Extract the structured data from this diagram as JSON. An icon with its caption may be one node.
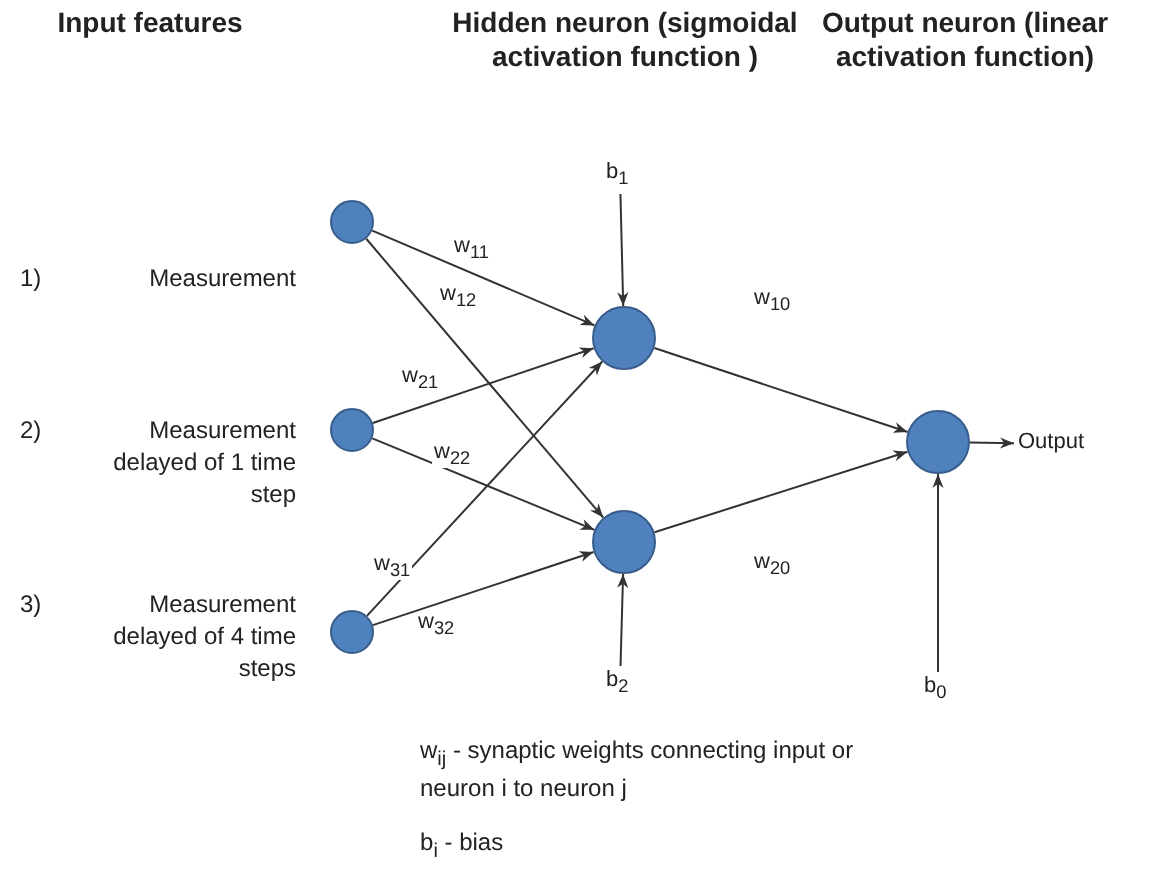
{
  "diagram": {
    "nodes": [
      {
        "text": [],
        "shape": "circle"
      },
      {
        "text": [],
        "shape": "circle"
      },
      {
        "text": [],
        "shape": "circle"
      },
      {
        "text": [],
        "shape": "circle"
      },
      {
        "text": [],
        "shape": "circle"
      },
      {
        "text": [],
        "shape": "circle"
      },
      {
        "text": [
          "b$_{1}$"
        ]
      },
      {
        "text": [
          "b$_{2}$"
        ]
      },
      {
        "text": [
          "b$_{0}$"
        ]
      },
      {
        "text": [
          "Output"
        ]
      }
    ],
    "edges": [
      {
        "from": 0,
        "to": 3,
        "arrow": "to",
        "label": "w$_{11}$"
      },
      {
        "from": 0,
        "to": 4,
        "arrow": "to",
        "label": "w$_{12}$"
      },
      {
        "from": 1,
        "to": 3,
        "arrow": "to",
        "label": "w$_{21}$"
      },
      {
        "from": 1,
        "to": 4,
        "arrow": "to",
        "label": "w$_{22}$"
      },
      {
        "from": 2,
        "to": 3,
        "arrow": "to",
        "label": "w$_{31}$"
      },
      {
        "from": 2,
        "to": 4,
        "arrow": "to",
        "label": "w$_{32}$"
      },
      {
        "from": 3,
        "to": 5,
        "arrow": "to",
        "label": "w$_{10}$"
      },
      {
        "from": 4,
        "to": 5,
        "arrow": "to",
        "label": "w$_{20}$"
      },
      {
        "from": 6,
        "to": 3,
        "arrow": "to"
      },
      {
        "from": 7,
        "to": 4,
        "arrow": "to"
      },
      {
        "from": 8,
        "to": 5,
        "arrow": "to"
      },
      {
        "from": 5,
        "to": 9,
        "arrow": "to"
      }
    ],
    "labels": [
      "Input features",
      "Hidden neuron (sigmoidal activation function )",
      "Output neuron (linear activation function)",
      "1)",
      "Measurement",
      "2)",
      "Measurement delayed of 1 time step",
      "3)",
      "Measurement delayed of 4 time steps",
      "w$_{ij}$ -  synaptic weights connecting input or neuron i to neuron j",
      "b$_{i}$ - bias"
    ]
  }
}
